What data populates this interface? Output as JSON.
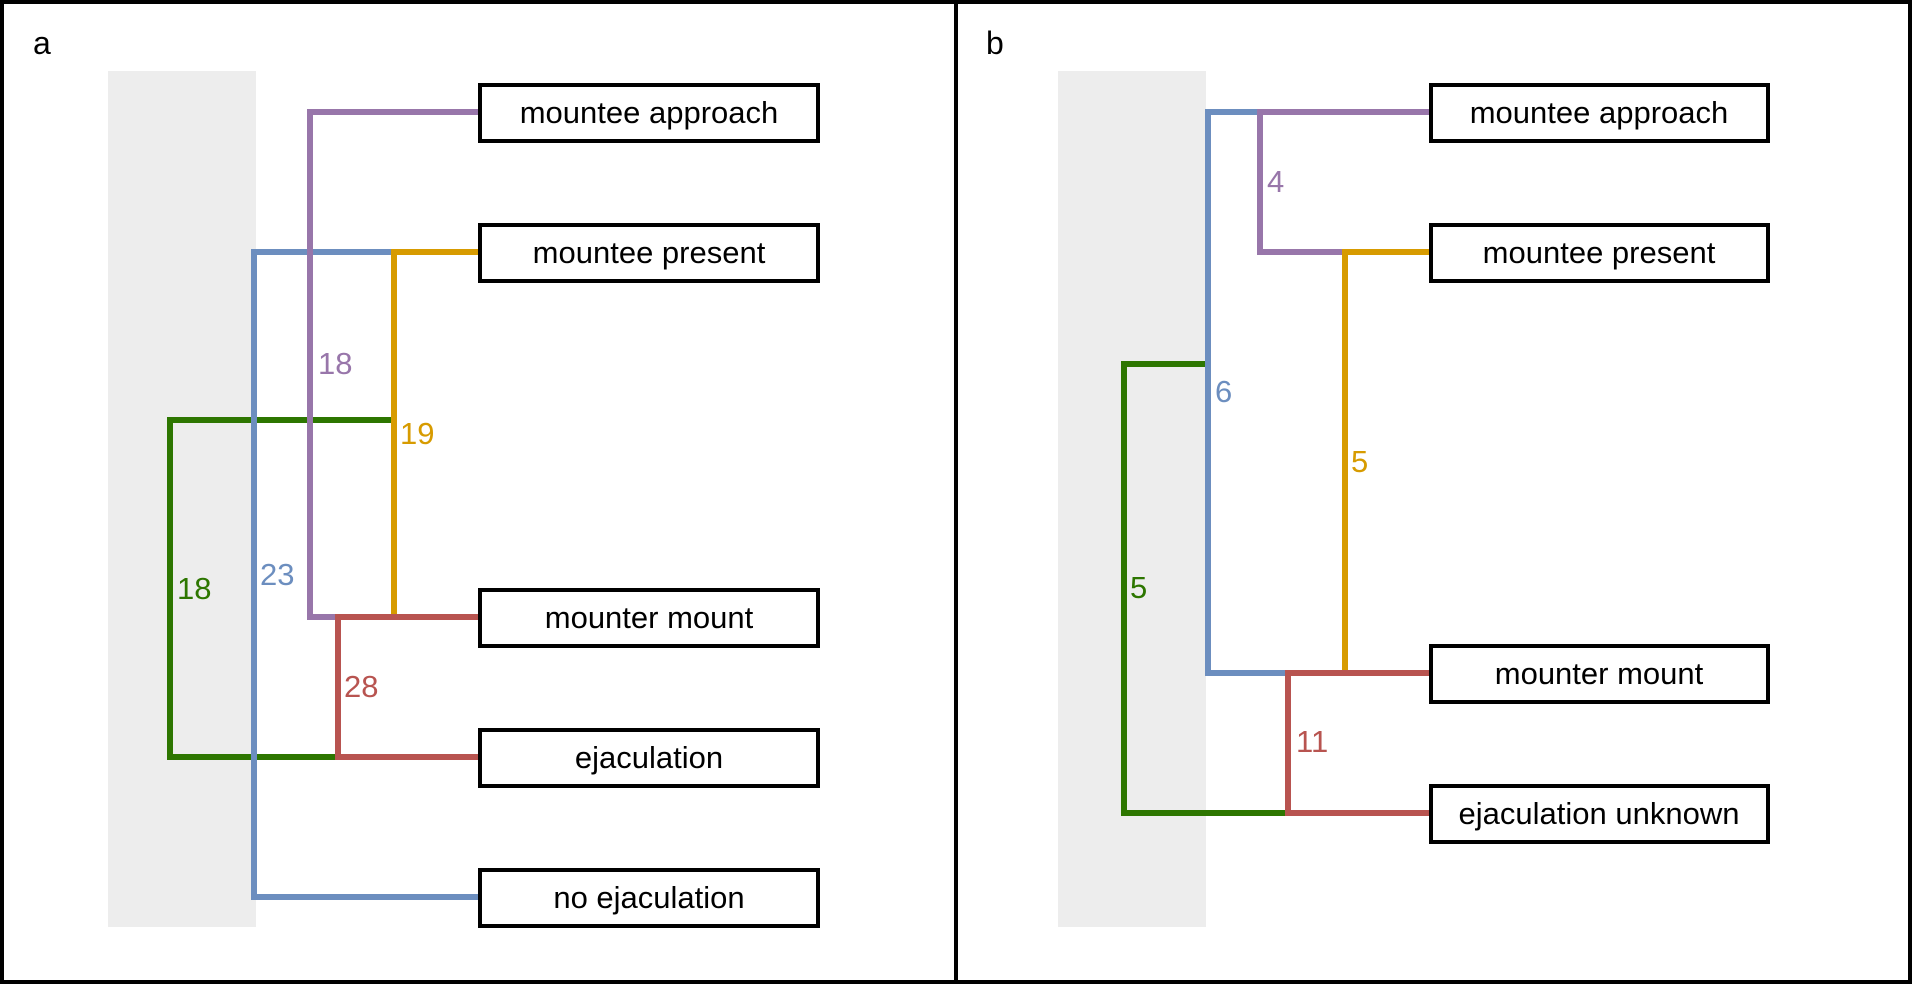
{
  "colors": {
    "purple": "#9876AA",
    "blue": "#6C8EBF",
    "orange": "#D79B00",
    "green": "#2D7600",
    "red": "#B85450",
    "shade": "#EDEDED",
    "border": "#000000"
  },
  "panels": [
    {
      "letter": "a",
      "nodes": [
        "mountee approach",
        "mountee present",
        "mounter mount",
        "ejaculation",
        "no ejaculation"
      ],
      "transitions": [
        {
          "from": "mountee approach",
          "to": "mounter mount",
          "count": "18",
          "color": "purple"
        },
        {
          "from": "mountee present",
          "to": "mounter mount",
          "count": "19",
          "color": "orange"
        },
        {
          "from": "mountee present",
          "to": "no ejaculation",
          "count": "23",
          "color": "blue"
        },
        {
          "from": "mounter mount",
          "to": "ejaculation",
          "count": "28",
          "color": "red"
        },
        {
          "from": "mountee present",
          "to": "ejaculation",
          "count": "18",
          "color": "green"
        }
      ]
    },
    {
      "letter": "b",
      "nodes": [
        "mountee approach",
        "mountee present",
        "mounter mount",
        "ejaculation unknown"
      ],
      "transitions": [
        {
          "from": "mountee approach",
          "to": "mountee present",
          "count": "4",
          "color": "purple"
        },
        {
          "from": "mountee present",
          "to": "mounter mount",
          "count": "5",
          "color": "orange"
        },
        {
          "from": "mountee approach",
          "to": "mounter mount",
          "count": "6",
          "color": "blue"
        },
        {
          "from": "mounter mount",
          "to": "ejaculation unknown",
          "count": "11",
          "color": "red"
        },
        {
          "from": "mountee approach",
          "to": "ejaculation unknown",
          "count": "5",
          "color": "green"
        }
      ]
    }
  ]
}
